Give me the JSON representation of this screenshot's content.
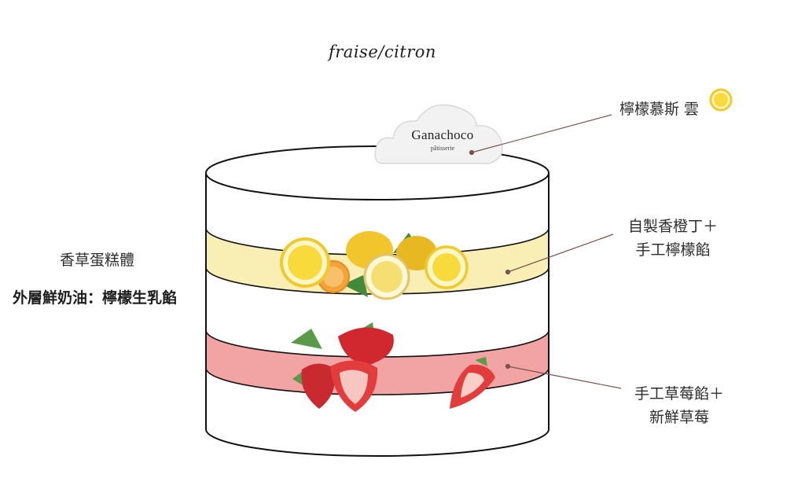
{
  "title": "fraise/citron",
  "brand": {
    "name": "Ganachoco",
    "subtitle": "pâtisserie"
  },
  "labels": {
    "cloud": "檸檬慕斯 雲",
    "orange_line1": "自製香橙丁＋",
    "orange_line2": "手工檸檬餡",
    "strawberry_line1": "手工草莓餡＋",
    "strawberry_line2": "新鮮草莓",
    "sponge": "香草蛋糕體",
    "cream": "外層鮮奶油：檸檬生乳餡"
  },
  "colors": {
    "lemon_band": "#f9eeb3",
    "strawberry_band": "#f2a3a3",
    "leader_line": "#7a5350",
    "outline": "#111111"
  },
  "icons": [
    "lemon-slice-icon",
    "cloud-icon",
    "lemon-fruit-icon",
    "strawberry-fruit-icon"
  ]
}
